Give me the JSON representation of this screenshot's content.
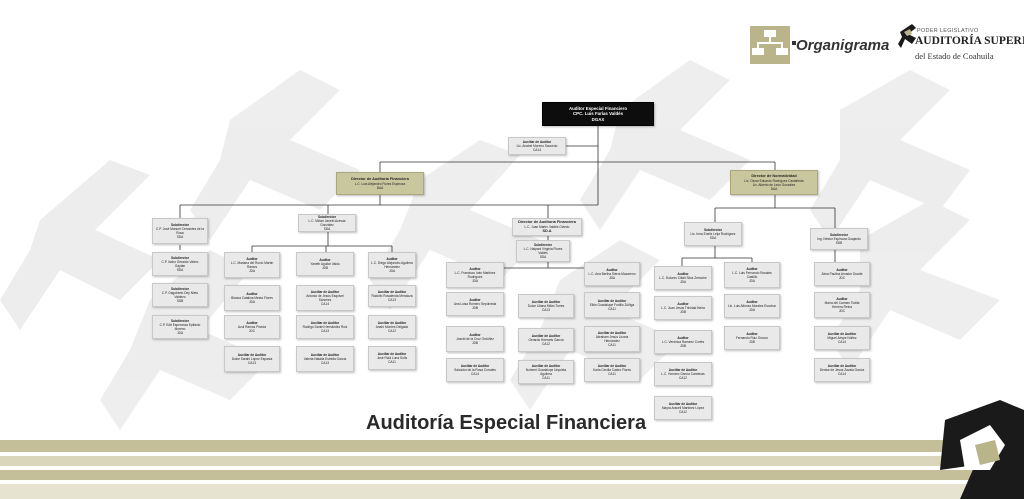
{
  "header": {
    "organigrama_label": "Organigrama",
    "logo_small": "PODER LEGISLATIVO",
    "logo_main": "AUDITORÍA SUPERIOR",
    "logo_sub": "del Estado de Coahuila"
  },
  "footer": {
    "title": "Auditoría Especial Financiera"
  },
  "colors": {
    "olive": "#c9c79e",
    "dark": "#0d0d0d",
    "box": "#e9e9e9",
    "stripe": "#b9b48a"
  },
  "nodes": [
    {
      "id": "top",
      "style": "dark",
      "lines": [
        "Auditor Especial Financiero",
        "CPC. Luis Farías Valdés",
        "DGAX"
      ]
    },
    {
      "id": "aux",
      "lines": [
        "Auxiliar de Auditor",
        "Lic. Anabel Moreno Saucedo",
        "CA14"
      ]
    },
    {
      "id": "dirA",
      "style": "olive",
      "lines": [
        "Director de Auditoría Financiera",
        "L.C. Luis Alejandro Flores Espinoza",
        "DAA"
      ]
    },
    {
      "id": "dirN",
      "style": "olive",
      "lines": [
        "Director de Normatividad",
        "Lic. Oscar Eduardo Rodríguez Castañeda",
        "Lic. Alberto de León González",
        "DAA"
      ]
    },
    {
      "id": "subA1",
      "lines": [
        "Subdirector",
        "C.P. José Manuel Cervantes de la",
        "Rosa",
        "SDA"
      ]
    },
    {
      "id": "subA2",
      "lines": [
        "Subdirector",
        "C.P. Isidro Gerardo Valero",
        "Gaytán",
        "SDA"
      ]
    },
    {
      "id": "subA3",
      "lines": [
        "Subdirector",
        "C.P. Dagoberto Dey Nieto",
        "Valdezo",
        "SDB"
      ]
    },
    {
      "id": "subA4",
      "lines": [
        "Subdirector",
        "C.P. Edit Esperanza Epifanio",
        "Moreno",
        "JDA"
      ]
    },
    {
      "id": "subB",
      "lines": [
        "Subdirector",
        "L.C. Mirian Janeth Acevas",
        "González",
        "SDA"
      ]
    },
    {
      "id": "audB1",
      "lines": [
        "Auditor",
        "L.C. Mariana del Rocío Martín",
        "Ramos",
        "JDA"
      ]
    },
    {
      "id": "audB2",
      "lines": [
        "Auditor",
        "Blanca Catalina Mesta Flores",
        "JDA"
      ]
    },
    {
      "id": "audB3",
      "lines": [
        "Auditor",
        "Azul Ramos Pineda",
        "JDC"
      ]
    },
    {
      "id": "audB4",
      "lines": [
        "Auxiliar de Auditor",
        "Dulce Sarahí López Esparza",
        "CA13"
      ]
    },
    {
      "id": "audC1",
      "lines": [
        "Auditor",
        "Yaneth Aguilar Valdo",
        "JDB"
      ]
    },
    {
      "id": "audC2",
      "lines": [
        "Auxiliar de Auditor",
        "Antonio de Jesús Esquivel",
        "Sánchez",
        "CA14"
      ]
    },
    {
      "id": "audC3",
      "lines": [
        "Auxiliar de Auditor",
        "Rodrigo Daniel Hernández Ruiz",
        "CA13"
      ]
    },
    {
      "id": "audC4",
      "lines": [
        "Auxiliar de Auditor",
        "Valeria Natalia Estrella García",
        "CA13"
      ]
    },
    {
      "id": "audD1",
      "lines": [
        "Auditor",
        "L.C. Diego Alejandro Aguilera",
        "Hernández",
        "JDA"
      ]
    },
    {
      "id": "audD2",
      "lines": [
        "Auxiliar de Auditor",
        "Rodolfo Rosalenda Mendoza",
        "CA13"
      ]
    },
    {
      "id": "audD3",
      "lines": [
        "Auxiliar de Auditor",
        "Anahí Montes Delgado",
        "CA12"
      ]
    },
    {
      "id": "audD4",
      "lines": [
        "Auxiliar de Auditor",
        "José Raúl Luna Solís",
        "CA11"
      ]
    },
    {
      "id": "dirB",
      "style": "big",
      "lines": [
        "Director de Auditoría Financiera",
        "L.C. Juan Martín Valdés Oviedo",
        "SD.A"
      ]
    },
    {
      "id": "subC",
      "lines": [
        "Subdirector",
        "L.C. Nalpani Virginia Flores",
        "Valdés",
        "SDA"
      ]
    },
    {
      "id": "audE1",
      "lines": [
        "Auditor",
        "L.C. Francisco Iván Martínez",
        "Rodríguez",
        "JDA"
      ]
    },
    {
      "id": "audE2",
      "lines": [
        "Auditor",
        "Ana Luisa Romero Sepúlveda",
        "JDB"
      ]
    },
    {
      "id": "audE3",
      "lines": [
        "Auditor",
        "Joseld de la Cruz Ordóñez",
        "JDB"
      ]
    },
    {
      "id": "audE4",
      "lines": [
        "Auxiliar de Auditor",
        "Salvador de la Rosa Corrales",
        "CA14"
      ]
    },
    {
      "id": "audF1",
      "lines": [
        "Auxiliar de Auditor",
        "Dulce Liliana Milán Torres",
        "CA13"
      ]
    },
    {
      "id": "audF2",
      "lines": [
        "Auxiliar de Auditor",
        "Gerardo Heeraris García",
        "CA12"
      ]
    },
    {
      "id": "audF3",
      "lines": [
        "Auxiliar de Auditor",
        "Nohemi Guadalupe Urquieta",
        "Aguilera",
        "CA11"
      ]
    },
    {
      "id": "audG1",
      "lines": [
        "Auditor",
        "L.C. Ana Bertha Sierra Macareno",
        "JDA"
      ]
    },
    {
      "id": "audG2",
      "lines": [
        "Auxiliar de Auditor",
        "Elkin Guadalupe Fortillo Zúñiga",
        "CA11"
      ]
    },
    {
      "id": "audG3",
      "lines": [
        "Auxiliar de Auditor",
        "Abraham Jesús Licona",
        "Hernández",
        "CA11"
      ]
    },
    {
      "id": "audG4",
      "lines": [
        "Auxiliar de Auditor",
        "Karla Cecilia Castro Flores",
        "CA11"
      ]
    },
    {
      "id": "subN1",
      "lines": [
        "Subdirector",
        "Lic. Irma Eneliz Leija Rodríguez",
        "SDA"
      ]
    },
    {
      "id": "audH1",
      "lines": [
        "Auditor",
        "L.C. Dolores Citlali Silos Zertuche",
        "JDA"
      ]
    },
    {
      "id": "audH2",
      "lines": [
        "Auditor",
        "L.C. Juan Jesús Trinidad Neira",
        "JDB"
      ]
    },
    {
      "id": "audH3",
      "lines": [
        "Auditor",
        "L.C. Verónica Ramírez Cortés",
        "JDB"
      ]
    },
    {
      "id": "audH4",
      "lines": [
        "Auxiliar de Auditor",
        "L.C. Homero García Cardenas",
        "CA12"
      ]
    },
    {
      "id": "audH5",
      "lines": [
        "Auxiliar de Auditor",
        "Mayra Araceli Martínez López",
        "CA12"
      ]
    },
    {
      "id": "audI1",
      "lines": [
        "Auditor",
        "L.C. Luis Fernando Rosales",
        "Castillo",
        "JDA"
      ]
    },
    {
      "id": "audI2",
      "lines": [
        "Auditor",
        "Lic. Luis Alfonso Morales Escobar",
        "JDA"
      ]
    },
    {
      "id": "audI3",
      "lines": [
        "Auditor",
        "Fernando Ruiz Orozco",
        "JDB"
      ]
    },
    {
      "id": "subN2",
      "lines": [
        "Subdirector",
        "Ing. Néstor Espinoza Guajardo",
        "SDB"
      ]
    },
    {
      "id": "audJ1",
      "lines": [
        "Auditor",
        "Alma Paulina Amador Duarte",
        "JDC"
      ]
    },
    {
      "id": "audJ2",
      "lines": [
        "Auditor",
        "María del Carmen Todita",
        "Herrera Reina",
        "JDC"
      ]
    },
    {
      "id": "audJ3",
      "lines": [
        "Auxiliar de Auditor",
        "Miguel Arispe Núñez",
        "CA14"
      ]
    },
    {
      "id": "audJ4",
      "lines": [
        "Auxiliar de Auditor",
        "Denise de Jesús Zavala García",
        "CA14"
      ]
    }
  ]
}
